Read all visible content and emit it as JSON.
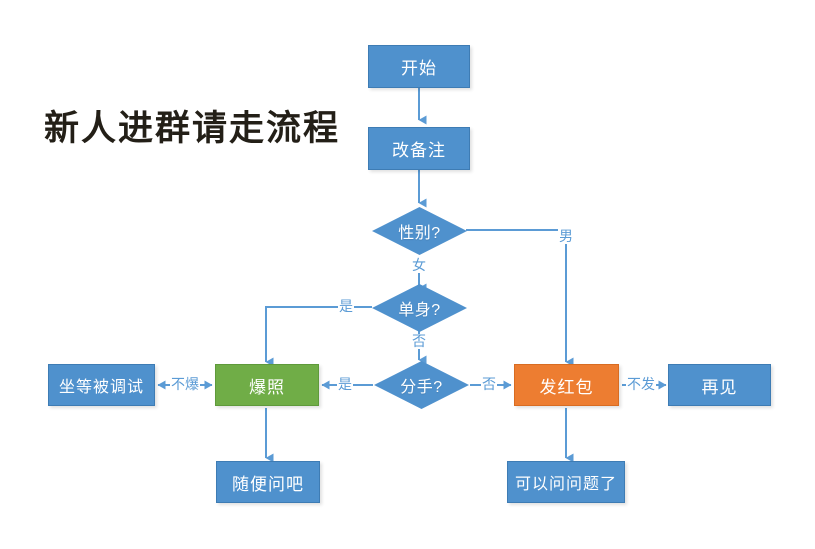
{
  "title": "新人进群请走流程",
  "colors": {
    "blue": "#4F91CD",
    "green": "#70AD47",
    "orange": "#ED7D31",
    "connector": "#5B9BD5",
    "title_text": "#231f17",
    "background": "#ffffff"
  },
  "nodes": {
    "start": "开始",
    "change_note": "改备注",
    "gender": "性别?",
    "single": "单身?",
    "breakup": "分手?",
    "wait_debug": "坐等被调试",
    "show_photo": "爆照",
    "send_redpacket": "发红包",
    "goodbye": "再见",
    "ask_anything": "随便问吧",
    "can_ask_question": "可以问问题了"
  },
  "edge_labels": {
    "female": "女",
    "male": "男",
    "single_yes": "是",
    "single_no": "否",
    "no_photo": "不爆",
    "breakup_yes": "是",
    "breakup_no": "否",
    "no_send": "不发"
  }
}
